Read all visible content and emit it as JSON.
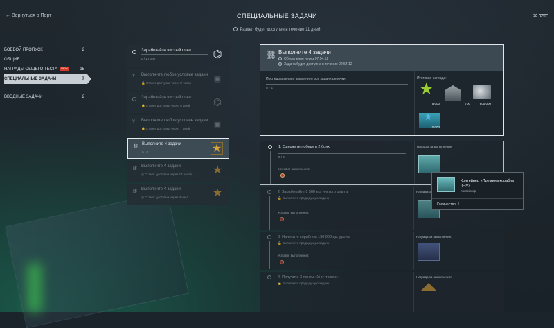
{
  "header": {
    "back": "← Вернуться в Порт",
    "title": "СПЕЦИАЛЬНЫЕ ЗАДАЧИ",
    "subtitle": "Раздел будет доступен в течение 11 дней",
    "esc": "ESC"
  },
  "nav": [
    {
      "label": "БОЕВОЙ ПРОПУСК",
      "count": "2"
    },
    {
      "label": "ОБЩИЕ",
      "count": ""
    },
    {
      "label": "НАГРАДЫ ОБЩЕГО ТЕСТА",
      "count": "15",
      "badge": "NEW"
    },
    {
      "label": "СПЕЦИАЛЬНЫЕ ЗАДАЧИ",
      "count": "7",
      "active": true
    },
    {
      "label": "ВВОДНЫЕ ЗАДАЧИ",
      "count": "2"
    }
  ],
  "tasks": [
    {
      "name": "Заработайте чистый опыт",
      "progress": "0 / 12 000"
    },
    {
      "name": "Выполните любое условие задачи",
      "desc": "Станет доступна через 8 часов"
    },
    {
      "name": "Заработайте чистый опыт",
      "desc": "Станет доступна через 6 дней"
    },
    {
      "name": "Выполните любое условие задачи",
      "desc": "Станет доступна через 7 дней"
    },
    {
      "name": "Выполните 4 задачи",
      "progress": "0 / 4"
    },
    {
      "name": "Выполните 4 задачи",
      "desc": "Станет доступна через 17 часов"
    },
    {
      "name": "Выполните 4 задачи",
      "desc": "Станет доступна через 4 часа"
    }
  ],
  "detail": {
    "title": "Выполните 4 задачи",
    "update": "Обновление через 07:54:12",
    "available": "Задача будет доступна в течение 02:54:12",
    "desc": "Последовательно выполните все задачи цепочки",
    "progress": "0 / 4",
    "reward_label": "Итоговая награда:",
    "rewards": [
      "5 000",
      "700",
      "800 000",
      "10 000"
    ]
  },
  "subtasks": [
    {
      "name": "1. Одержите победу в 2 боях",
      "progress": "0 / 2",
      "cond": "Условия выполнения:",
      "reward_label": "Награда за выполнение:"
    },
    {
      "name": "2. Заработайте 1 500 ед. чистого опыта",
      "cond": "Выполните предыдущую задачу",
      "cond2": "Условия выполнения:",
      "reward_label": "Награда за выполнение:"
    },
    {
      "name": "3. Нанесите кораблям 150 000 ед. урона",
      "cond": "Выполните предыдущую задачу",
      "cond2": "Условия выполнения:",
      "reward_label": "Награда за выполнение:"
    },
    {
      "name": "4. Получите 3 ленты «Уничтожен»",
      "cond": "Выполните предыдущую задачу",
      "reward_label": "Награда за выполнение:"
    }
  ],
  "tooltip": {
    "name": "Контейнер «Премиум корабль II–IV»",
    "type": "Контейнер",
    "qty": "Количество: 1"
  }
}
